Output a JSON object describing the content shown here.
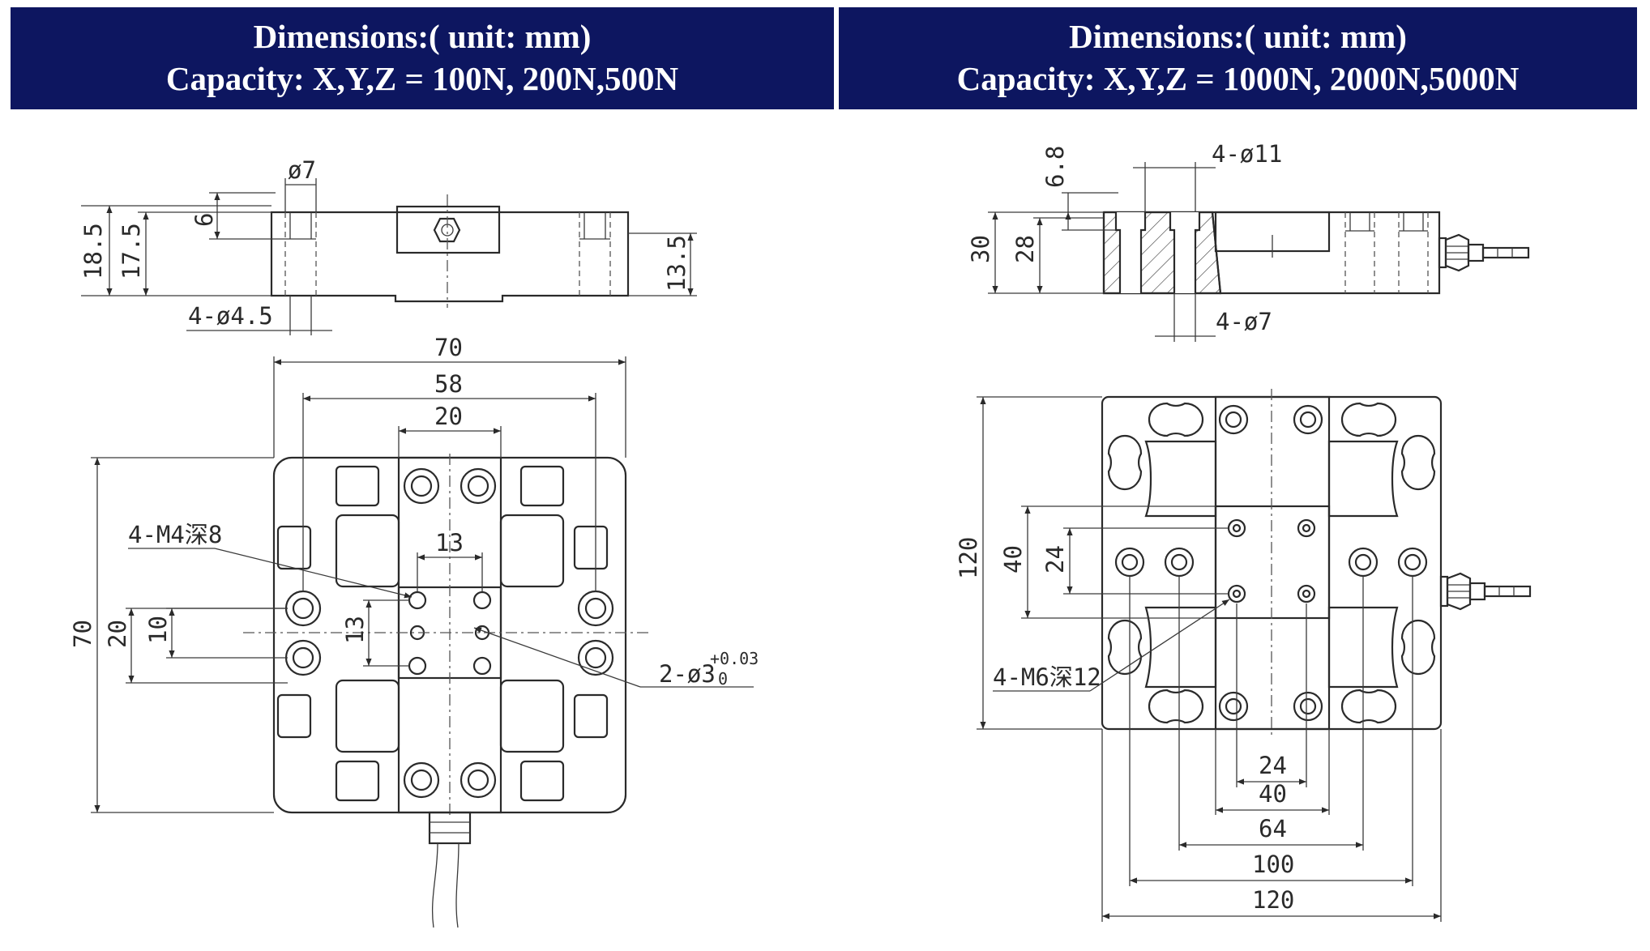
{
  "headers": {
    "left": {
      "line1": "Dimensions:( unit: mm)",
      "line2": "Capacity: X,Y,Z = 100N, 200N,500N"
    },
    "right": {
      "line1": "Dimensions:( unit: mm)",
      "line2": "Capacity: X,Y,Z = 1000N, 2000N,5000N"
    }
  },
  "left_drawing": {
    "side_view": {
      "hole_dia": "ø7",
      "depth": "6",
      "h1": "18.5",
      "h2": "17.5",
      "h3": "13.5",
      "mount_holes": "4-ø4.5"
    },
    "top_view": {
      "width": "70",
      "span": "58",
      "center": "20",
      "inner": "13",
      "height": "70",
      "v20": "20",
      "v10": "10",
      "v13": "13",
      "thread": "4-M4深8",
      "pin": "2-ø3",
      "tol_upper": "+0.03",
      "tol_lower": "0"
    }
  },
  "right_drawing": {
    "side_view": {
      "hole_dia": "4-ø11",
      "depth": "6.8",
      "h1": "30",
      "h2": "28",
      "mount_holes": "4-ø7"
    },
    "top_view": {
      "height": "120",
      "v40": "40",
      "v24": "24",
      "thread": "4-M6深12",
      "b24": "24",
      "b40": "40",
      "b64": "64",
      "b100": "100",
      "b120": "120"
    }
  }
}
